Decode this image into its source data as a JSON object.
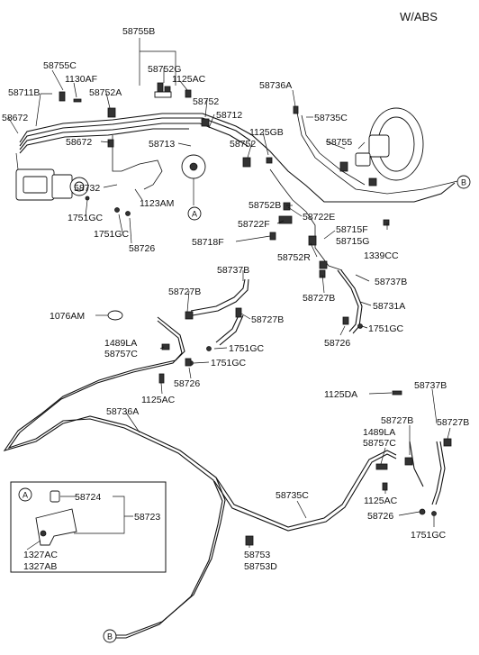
{
  "header": {
    "variant": "W/ABS"
  },
  "markers": {
    "a": "A",
    "b": "B"
  },
  "labels": {
    "p58755B": "58755B",
    "p58755C": "58755C",
    "p58752G": "58752G",
    "p1130AF": "1130AF",
    "p1125AC_top": "1125AC",
    "p58711B": "58711B",
    "p58752A": "58752A",
    "p58752_top": "58752",
    "p58736A_top": "58736A",
    "p58672_a": "58672",
    "p58712": "58712",
    "p58735C_top": "58735C",
    "p58672_b": "58672",
    "p58713": "58713",
    "p1125GB": "1125GB",
    "p58752_mid": "58752",
    "p58755": "58755",
    "p58732": "58732",
    "p1123AM": "1123AM",
    "p1751GC_a": "1751GC",
    "p1751GC_b": "1751GC",
    "p58726_a": "58726",
    "p58752B": "58752B",
    "p58722E": "58722E",
    "p58722F": "58722F",
    "p58715F": "58715F",
    "p58715G": "58715G",
    "p58718F": "58718F",
    "p1339CC": "1339CC",
    "p58752R": "58752R",
    "p58737B_a": "58737B",
    "p58737B_b": "58737B",
    "p58727B_a": "58727B",
    "p58727B_b": "58727B",
    "p58727B_c": "58727B",
    "p58731A": "58731A",
    "p1076AM": "1076AM",
    "p1751GC_c": "1751GC",
    "p1751GC_d": "1751GC",
    "p1489LA_a": "1489LA",
    "p58757C_a": "58757C",
    "p1751GC_e": "1751GC",
    "p58726_b": "58726",
    "p58726_c": "58726",
    "p1125AC_mid": "1125AC",
    "p58736A_mid": "58736A",
    "p1125DA": "1125DA",
    "p58737B_c": "58737B",
    "p58727B_d": "58727B",
    "p58727B_e": "58727B",
    "p1489LA_b": "1489LA",
    "p58757C_b": "58757C",
    "p58724": "58724",
    "p58723": "58723",
    "p58735C_bot": "58735C",
    "p1125AC_bot": "1125AC",
    "p58726_d": "58726",
    "p1751GC_f": "1751GC",
    "p1327AC": "1327AC",
    "p1327AB": "1327AB",
    "p58753": "58753",
    "p58753D": "58753D"
  }
}
